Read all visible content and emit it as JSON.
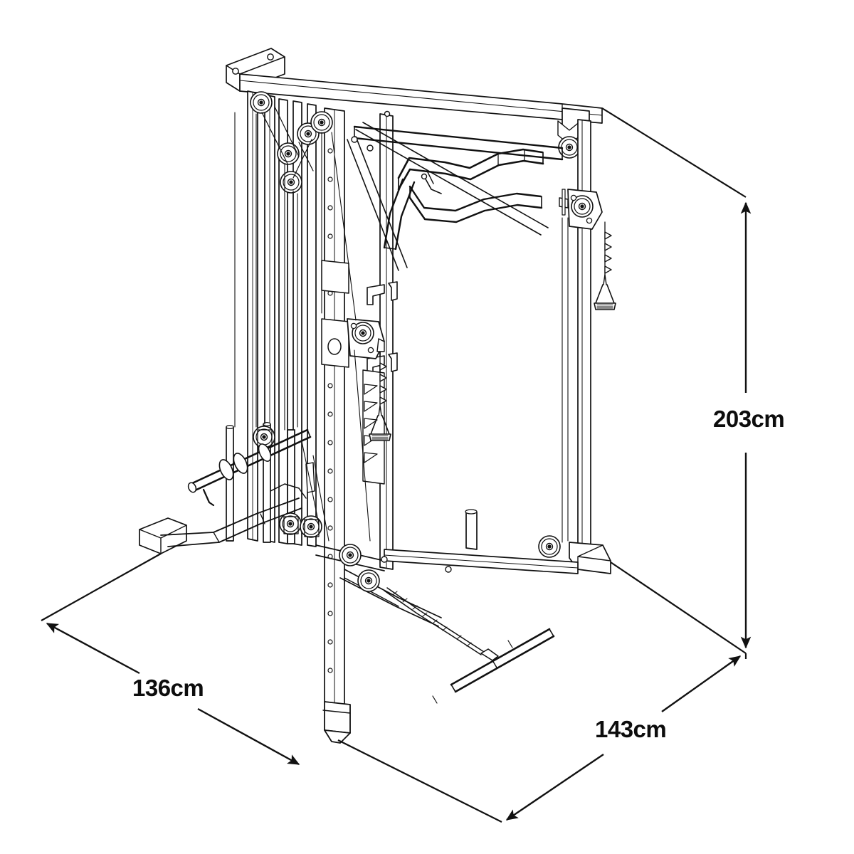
{
  "drawing": {
    "title": "Multi-function home gym / Smith machine technical line drawing",
    "view": "isometric three-quarter perspective",
    "line_color": "#111111",
    "background_color": "#ffffff",
    "style": "black-and-white CAD line art with dimension callouts"
  },
  "dimensions": {
    "height": {
      "value": "203cm",
      "axis": "vertical",
      "label_position": "right",
      "arrow_style": "double-headed"
    },
    "depth": {
      "value": "136cm",
      "axis": "left-diagonal",
      "label_position": "bottom-left",
      "arrow_style": "double-headed"
    },
    "width": {
      "value": "143cm",
      "axis": "right-diagonal",
      "label_position": "bottom-right",
      "arrow_style": "double-headed"
    }
  },
  "parts": {
    "top_cap": "top-frame-cap",
    "pull_up_bar": "multi-grip-pull-up-bar",
    "pulleys": "cable-pulley-assembly",
    "guide_rods": "vertical-guide-rods",
    "j_hooks": "safety-j-hooks",
    "handles": "d-handle-stirrup-attachments",
    "barbell": "smith-machine-barbell",
    "lat_bar": "straight-lat-pulldown-bar",
    "chain": "low-pulley-chain",
    "feet": "floor-stabilizer-feet",
    "column": "adjustable-center-column"
  }
}
